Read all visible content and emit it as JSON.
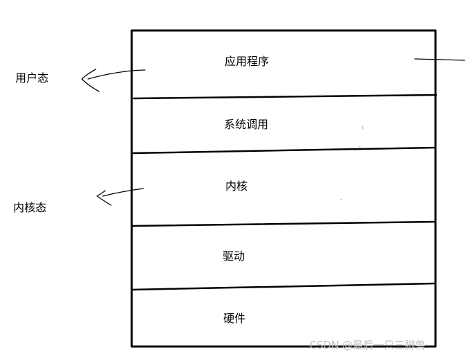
{
  "layers": [
    {
      "label": "应用程序"
    },
    {
      "label": "系统调用"
    },
    {
      "label": "内核"
    },
    {
      "label": "驱动"
    },
    {
      "label": "硬件"
    }
  ],
  "modes": {
    "user": "用户态",
    "kernel": "内核态"
  },
  "watermark": "CSDN @最后一只三脚兽"
}
